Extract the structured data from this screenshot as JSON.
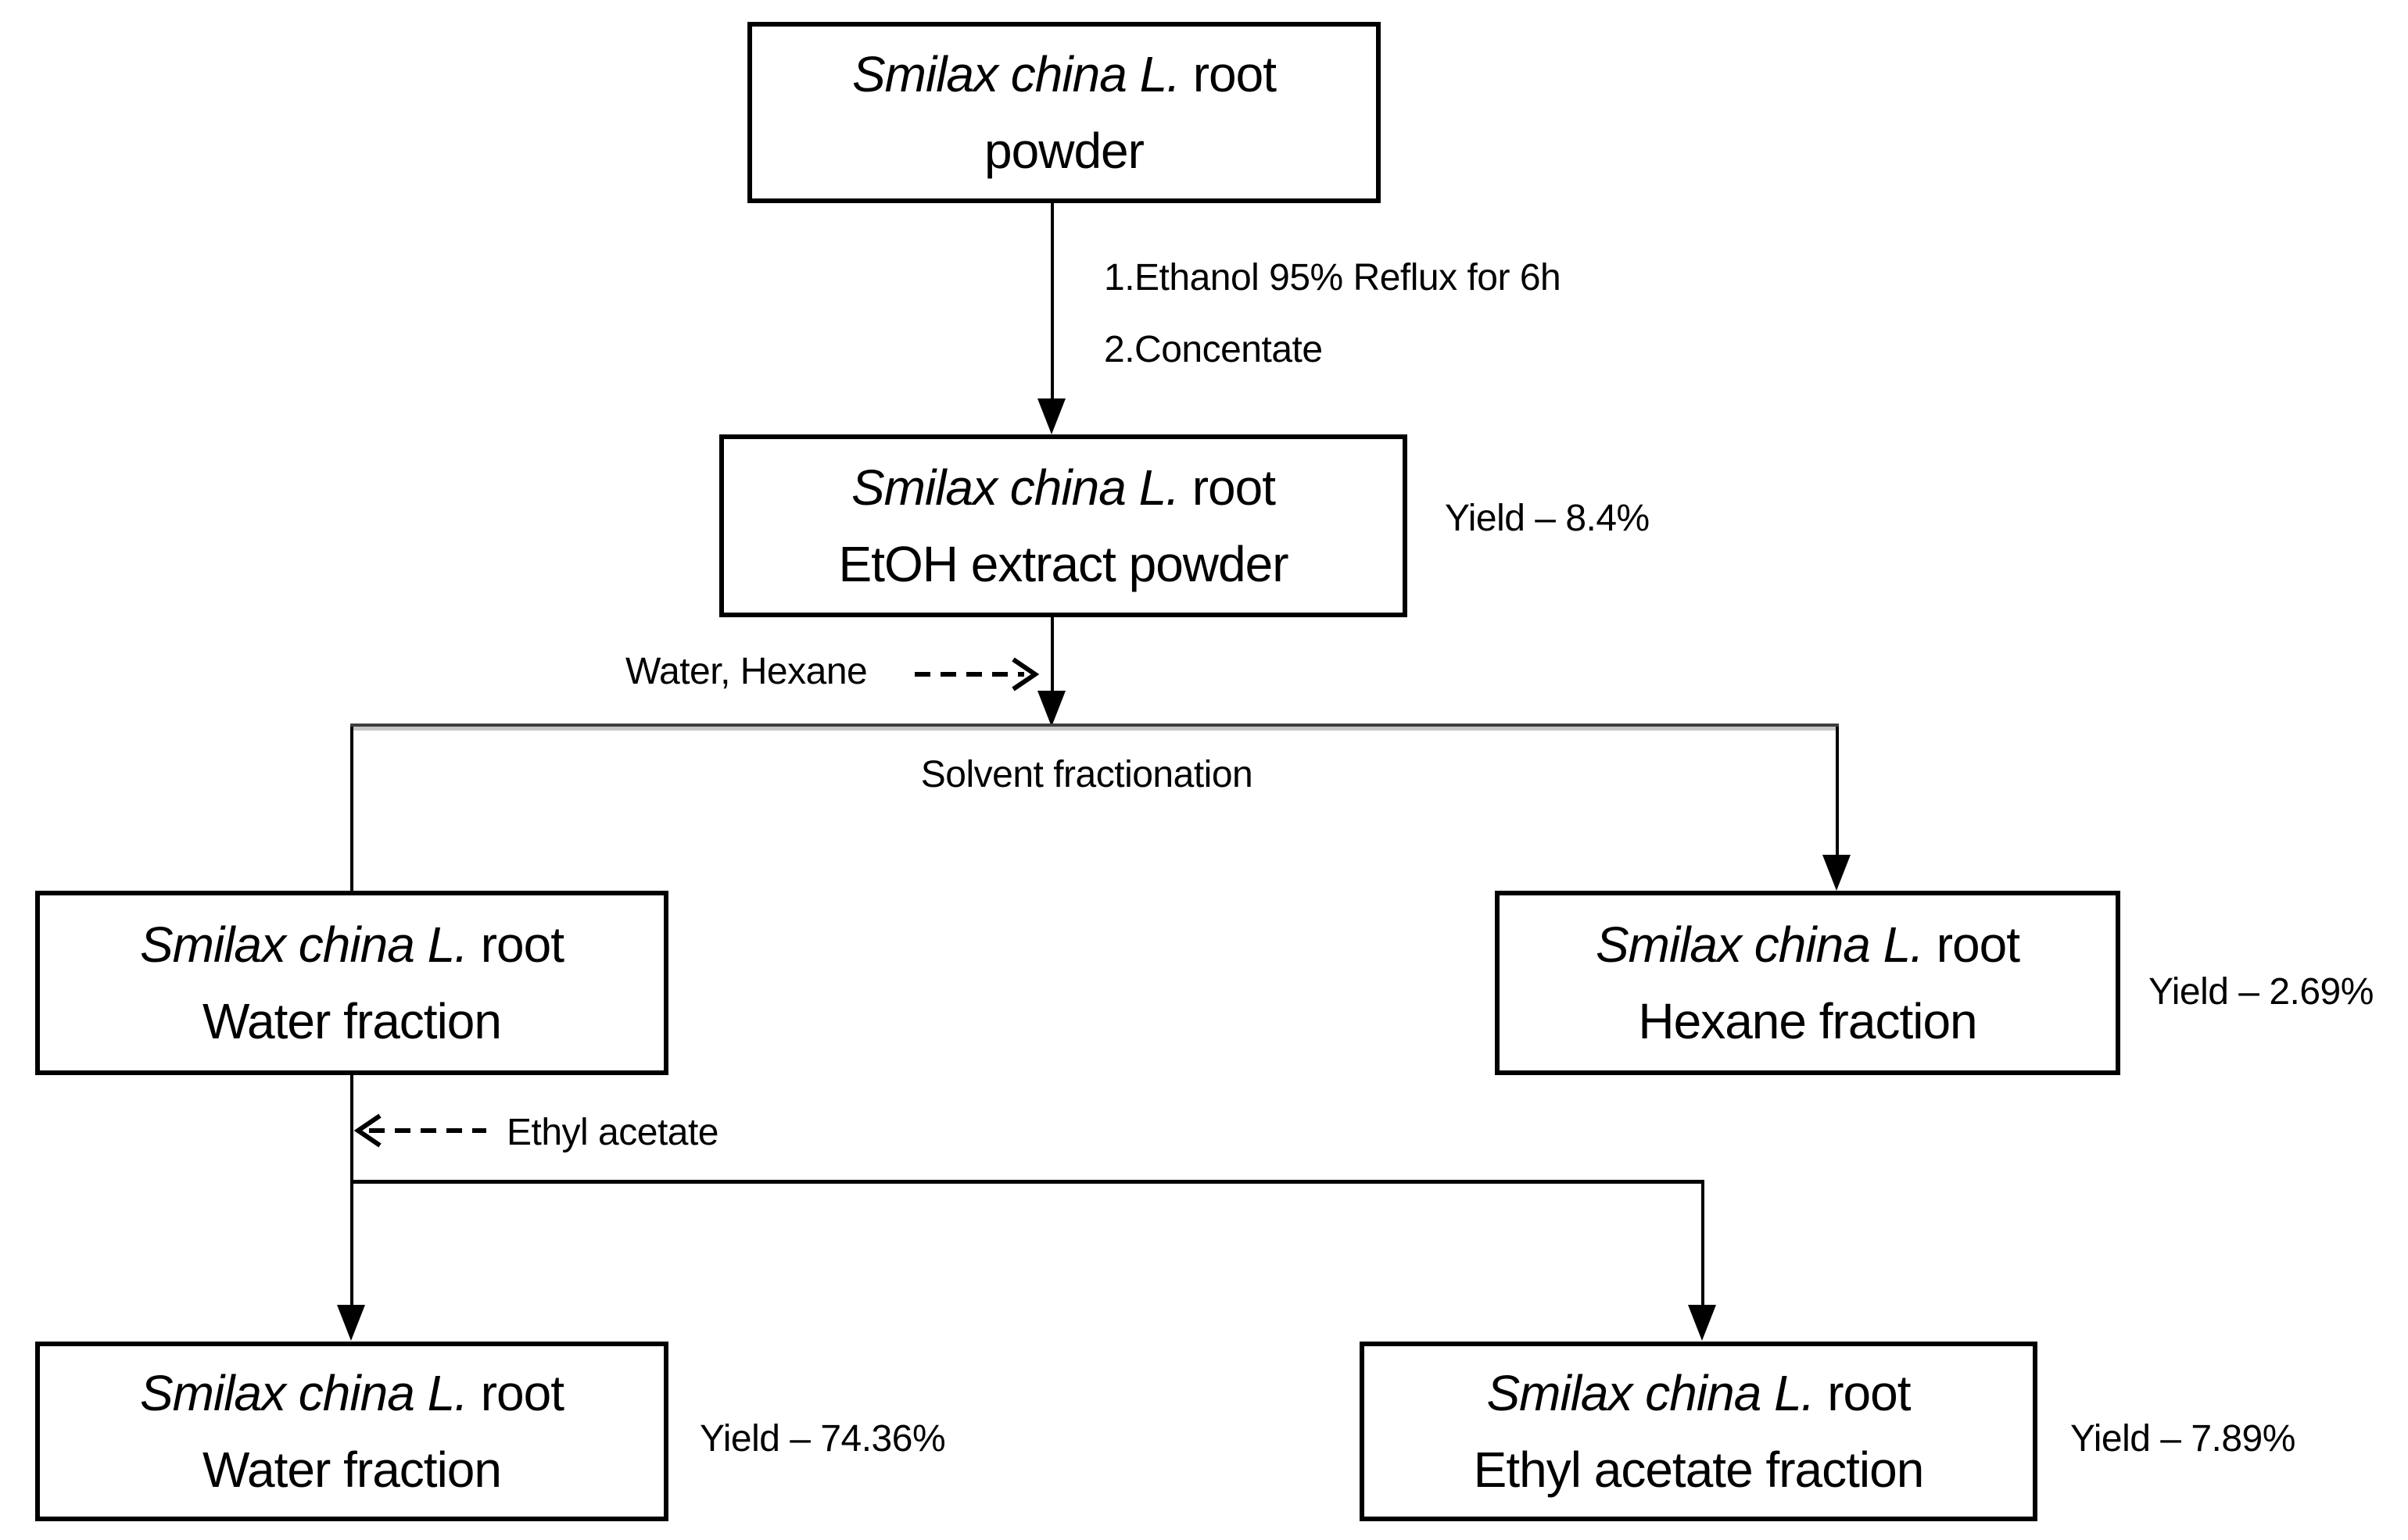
{
  "boxes": [
    {
      "name": "root-powder",
      "title_italic": "Smilax china L.",
      "title_rest": " root",
      "line2": "powder"
    },
    {
      "name": "etoh-extract-powder",
      "title_italic": "Smilax china L.",
      "title_rest": " root",
      "line2": "EtOH extract powder",
      "yield": "Yield – 8.4%"
    },
    {
      "name": "water-fraction-mid",
      "title_italic": "Smilax china L.",
      "title_rest": " root",
      "line2": "Water fraction"
    },
    {
      "name": "hexane-fraction",
      "title_italic": "Smilax china L.",
      "title_rest": " root",
      "line2": "Hexane fraction",
      "yield": "Yield – 2.69%"
    },
    {
      "name": "water-fraction-final",
      "title_italic": "Smilax china L.",
      "title_rest": " root",
      "line2": "Water fraction",
      "yield": "Yield – 74.36%"
    },
    {
      "name": "ethyl-acetate-fraction",
      "title_italic": "Smilax china L.",
      "title_rest": " root",
      "line2": "Ethyl acetate fraction",
      "yield": "Yield – 7.89%"
    }
  ],
  "process_labels": {
    "step1": "1.Ethanol 95% Reflux for 6h",
    "step2": "2.Concentate",
    "water_hexane": "Water, Hexane",
    "solvent_fractionation": "Solvent fractionation",
    "ethyl_acetate": "Ethyl acetate"
  },
  "colors": {
    "line": "#000000",
    "branch_line_dark": "#3e3e3e",
    "branch_line_light": "#c6c6c6",
    "box_border": "#000000",
    "text": "#000000",
    "background": "#ffffff"
  }
}
